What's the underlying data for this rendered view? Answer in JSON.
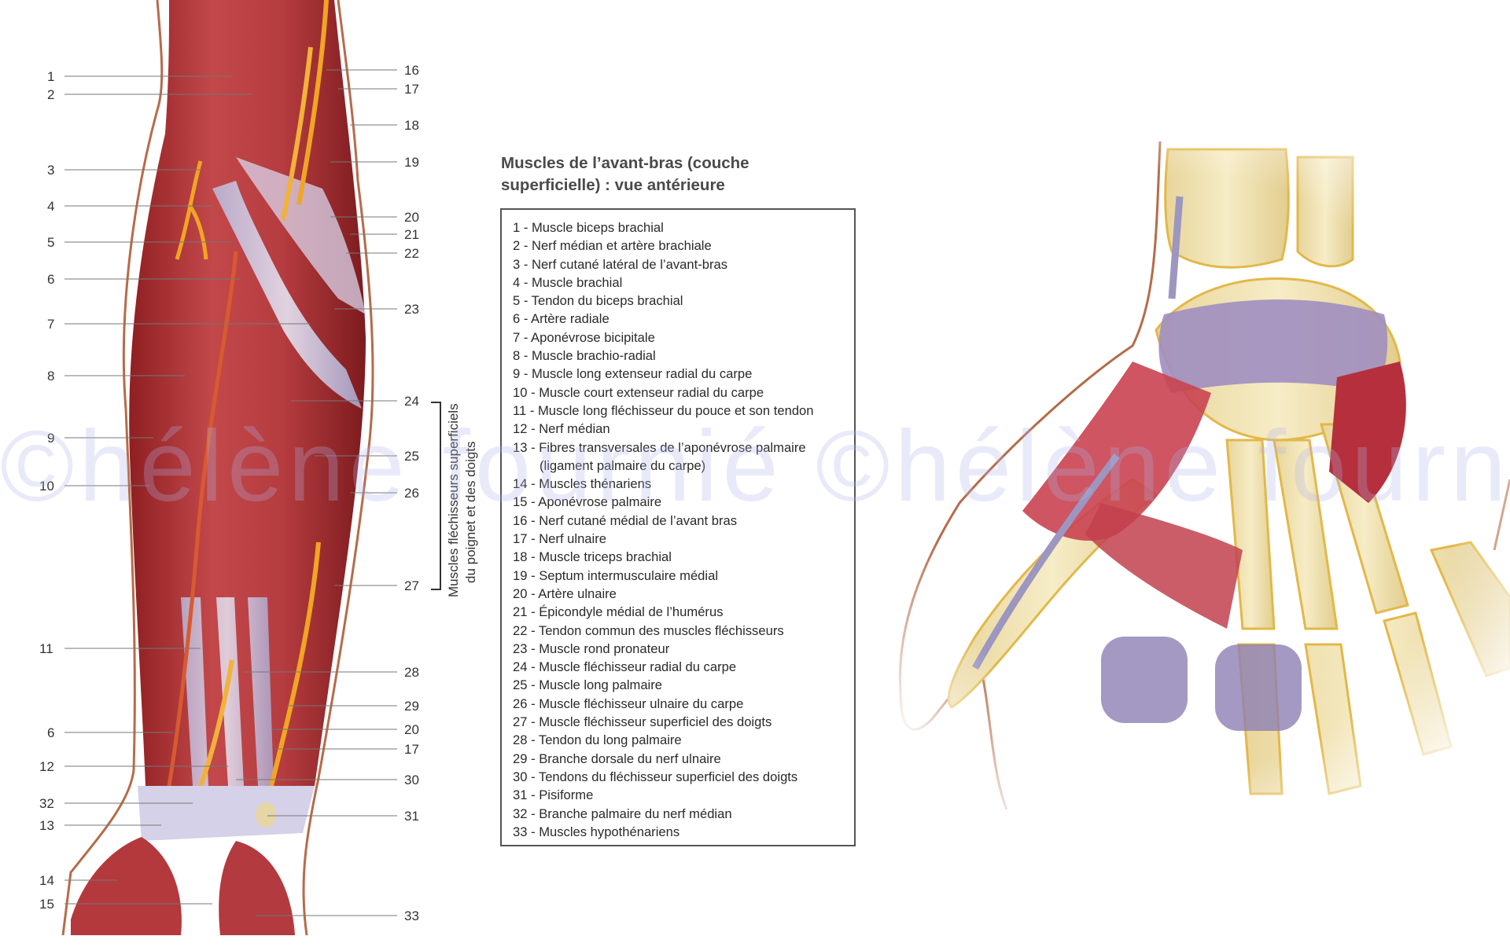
{
  "title": "Muscles de l’avant-bras (couche superficielle) : vue antérieure",
  "legend": [
    {
      "n": "1",
      "text": "1 - Muscle biceps brachial"
    },
    {
      "n": "2",
      "text": "2 - Nerf médian et artère brachiale"
    },
    {
      "n": "3",
      "text": "3 - Nerf cutané latéral de l’avant-bras"
    },
    {
      "n": "4",
      "text": "4 - Muscle brachial"
    },
    {
      "n": "5",
      "text": "5 - Tendon du biceps brachial"
    },
    {
      "n": "6",
      "text": "6 - Artère radiale"
    },
    {
      "n": "7",
      "text": "7 - Aponévrose bicipitale"
    },
    {
      "n": "8",
      "text": "8 - Muscle brachio-radial"
    },
    {
      "n": "9",
      "text": "9 - Muscle long extenseur radial du carpe"
    },
    {
      "n": "10",
      "text": "10 - Muscle court extenseur radial du carpe"
    },
    {
      "n": "11",
      "text": "11 - Muscle long fléchisseur du pouce et son tendon"
    },
    {
      "n": "12",
      "text": "12 - Nerf médian"
    },
    {
      "n": "13",
      "text": "13 - Fibres transversales de l’aponévrose palmaire",
      "cont": "(ligament palmaire du carpe)"
    },
    {
      "n": "14",
      "text": "14 - Muscles thénariens"
    },
    {
      "n": "15",
      "text": "15 - Aponévrose palmaire"
    },
    {
      "n": "16",
      "text": "16 - Nerf cutané médial de l’avant bras"
    },
    {
      "n": "17",
      "text": "17 - Nerf ulnaire"
    },
    {
      "n": "18",
      "text": "18 - Muscle triceps brachial"
    },
    {
      "n": "19",
      "text": "19 - Septum intermusculaire médial"
    },
    {
      "n": "20",
      "text": "20 - Artère ulnaire"
    },
    {
      "n": "21",
      "text": "21 - Épicondyle médial de l’humérus"
    },
    {
      "n": "22",
      "text": "22 - Tendon commun des muscles fléchisseurs"
    },
    {
      "n": "23",
      "text": "23 - Muscle rond pronateur"
    },
    {
      "n": "24",
      "text": "24 - Muscle fléchisseur radial du carpe"
    },
    {
      "n": "25",
      "text": "25 - Muscle long palmaire"
    },
    {
      "n": "26",
      "text": "26 - Muscle fléchisseur ulnaire du carpe"
    },
    {
      "n": "27",
      "text": "27 - Muscle fléchisseur superficiel des doigts"
    },
    {
      "n": "28",
      "text": "28 - Tendon du long palmaire"
    },
    {
      "n": "29",
      "text": "29 - Branche dorsale du nerf ulnaire"
    },
    {
      "n": "30",
      "text": "30 - Tendons du fléchisseur superficiel des doigts"
    },
    {
      "n": "31",
      "text": "31 - Pisiforme"
    },
    {
      "n": "32",
      "text": "32 - Branche palmaire du nerf médian"
    },
    {
      "n": "33",
      "text": "33 - Muscles hypothénariens"
    }
  ],
  "left_labels": [
    "1",
    "2",
    "3",
    "4",
    "5",
    "6",
    "7",
    "8",
    "9",
    "10",
    "11",
    "6",
    "12",
    "32",
    "13",
    "14",
    "15"
  ],
  "right_labels": [
    "16",
    "17",
    "18",
    "19",
    "20",
    "21",
    "22",
    "23",
    "24",
    "25",
    "26",
    "27",
    "28",
    "29",
    "20",
    "17",
    "30",
    "31",
    "33"
  ],
  "bracket_text": [
    "Muscles fléchisseurs superficiels",
    "du poignet et des doigts"
  ],
  "watermark": "©hélène fournié  ©hélène fournié"
}
